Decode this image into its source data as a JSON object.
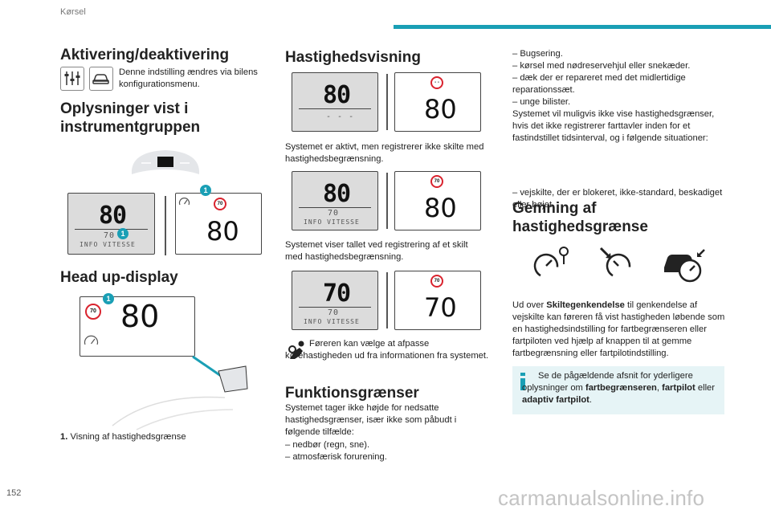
{
  "header": {
    "section": "Kørsel"
  },
  "page_number": "152",
  "watermark": "carmanualsonline.info",
  "col1": {
    "title_activation": "Aktivering/deaktivering",
    "activation_text": "Denne indstilling ændres via bilens konfigurationsmenu.",
    "title_info": "Oplysninger vist i instrumentgruppen",
    "cluster_display": {
      "speed": "80",
      "limit_small": "70",
      "info_line": "INFO VITESSE",
      "sign": "70",
      "speed_right": "80",
      "callout": "1"
    },
    "title_hud": "Head up-display",
    "hud": {
      "sign": "70",
      "speed": "80",
      "callout": "1"
    },
    "footnote_num": "1.",
    "footnote_text": "Visning af hastighedsgrænse"
  },
  "col2": {
    "title": "Hastighedsvisning",
    "display1": {
      "speed": "80",
      "dashes": "- - -",
      "sign": "- -",
      "speed_right": "80"
    },
    "text1": "Systemet er aktivt, men registrerer ikke skilte med hastighedsbegrænsning.",
    "display2": {
      "speed": "80",
      "limit_small": "70",
      "info_line": "INFO VITESSE",
      "sign": "70",
      "speed_right": "80"
    },
    "text2": "Systemet viser tallet ved registrering af et skilt med hastighedsbegrænsning.",
    "display3": {
      "speed": "70",
      "limit_small": "70",
      "info_line": "INFO VITESSE",
      "sign": "70",
      "speed_right": "70"
    },
    "text3": "Føreren kan vælge at afpasse kørehastigheden ud fra informationen fra systemet.",
    "title_limits": "Funktionsgrænser",
    "limits_intro": "Systemet tager ikke højde for nedsatte hastighedsgrænser, især ikke som påbudt i følgende tilfælde:",
    "limits_items": [
      "– nedbør (regn, sne).",
      "– atmosfærisk forurening."
    ]
  },
  "col3": {
    "lines": [
      "– Bugsering.",
      "– kørsel med nødreservehjul eller snekæder.",
      "– dæk der er repareret med det midlertidige reparationssæt.",
      "– unge bilister.",
      "Systemet vil muligvis ikke vise hastighedsgrænser, hvis det ikke registrerer farttavler inden for et fastindstillet tidsinterval, og i følgende situationer:",
      "– vejskilte, der er blokeret, ikke-standard, beskadiget eller bøjet."
    ],
    "title_save": "Gemning af hastighedsgrænse",
    "save_text_pre": "Ud over ",
    "save_text_bold": "Skiltegenkendelse",
    "save_text_post": " til genkendelse af vejskilte kan føreren få vist hastigheden løbende som en hastighedsindstilling for fartbegrænseren eller fartpiloten ved hjælp af knappen til at gemme fartbegrænsning eller fartpilotindstilling.",
    "info_pre": "Se de pågældende afsnit for yderligere oplysninger om ",
    "info_b1": "fartbegrænseren",
    "info_mid1": ", ",
    "info_b2": "fartpilot",
    "info_mid2": " eller ",
    "info_b3": "adaptiv fartpilot",
    "info_end": "."
  },
  "colors": {
    "accent": "#1a9fb5",
    "sign_red": "#d9232e",
    "info_bg": "#e6f4f6"
  }
}
